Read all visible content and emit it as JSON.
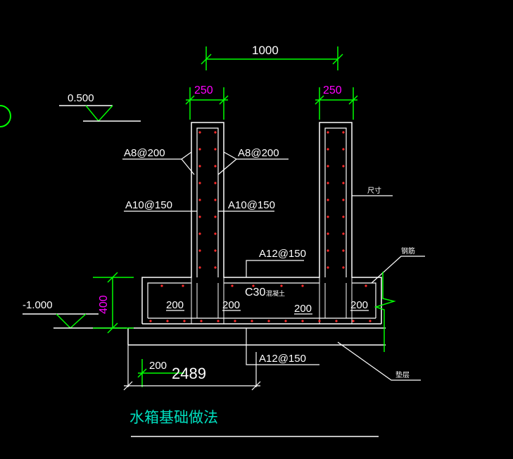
{
  "drawing": {
    "title": "水箱基础做法",
    "colors": {
      "background": "#000000",
      "white": "#ffffff",
      "green": "#00ff00",
      "magenta": "#ff00ff",
      "cyan": "#00e0c0",
      "red": "#ff2a2a"
    },
    "dimensions": {
      "top_span": "1000",
      "wall_left_thickness": "250",
      "wall_right_thickness": "250",
      "base_height": "400",
      "overall_width": "2489",
      "bottom_offset": "200"
    },
    "elevations": {
      "top": "0.500",
      "bottom": "-1.000"
    },
    "labels": {
      "rebar_left_a8": "A8@200",
      "rebar_right_a8": "A8@200",
      "rebar_left_a10": "A10@150",
      "rebar_right_a10": "A10@150",
      "rebar_top_a12": "A12@150",
      "rebar_bottom_a12": "A12@150",
      "concrete": "C30",
      "concrete_suffix": "混凝土",
      "side_label_1": "尺寸",
      "side_label_2": "钢筋",
      "side_label_3": "垫层",
      "offset_200_a": "200",
      "offset_200_b": "200",
      "offset_200_c": "200",
      "offset_200_d": "200"
    }
  }
}
